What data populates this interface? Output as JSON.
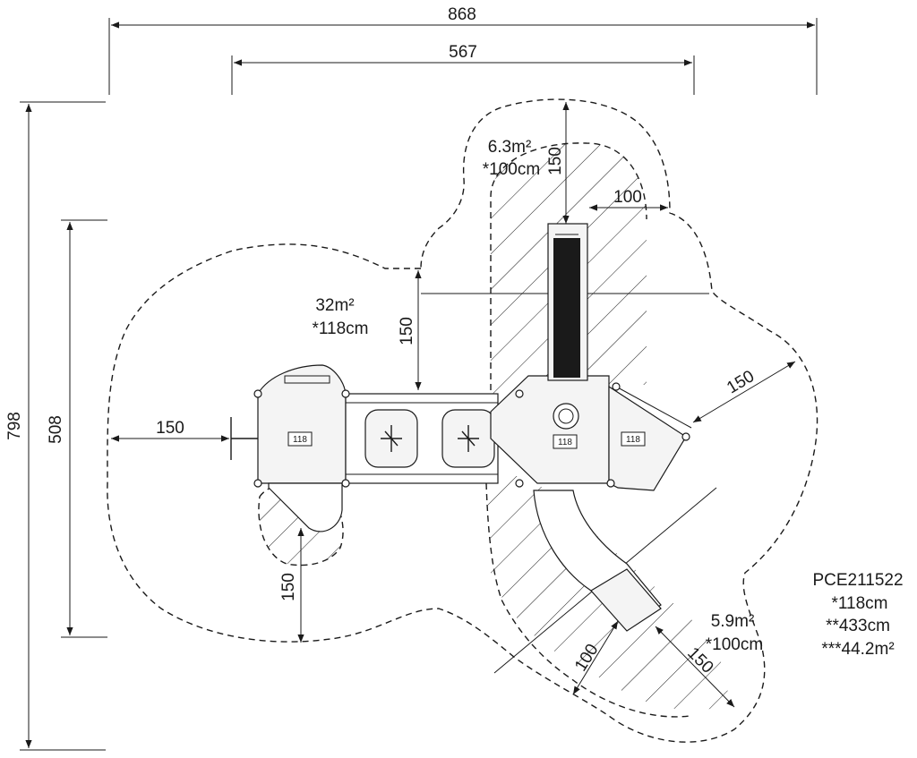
{
  "dimensions": {
    "overall_width": "868",
    "inner_width": "567",
    "overall_height": "798",
    "side_height": "508",
    "clearance_left": "150",
    "clearance_top_left": "150",
    "clearance_top_right": "150",
    "clearance_top_right_width": "100",
    "clearance_right": "150",
    "clearance_bottom_left": "150",
    "clearance_slide_a": "100",
    "clearance_slide_b": "150"
  },
  "zones": {
    "main": {
      "area": "32m²",
      "height": "*118cm"
    },
    "top": {
      "area": "6.3m²",
      "height": "*100cm"
    },
    "slide": {
      "area": "5.9m²",
      "height": "*100cm"
    }
  },
  "deck_tags": [
    "118",
    "118",
    "118"
  ],
  "product": {
    "code": "PCE211522",
    "line1": "*118cm",
    "line2": "**433cm",
    "line3": "***44.2m²"
  }
}
